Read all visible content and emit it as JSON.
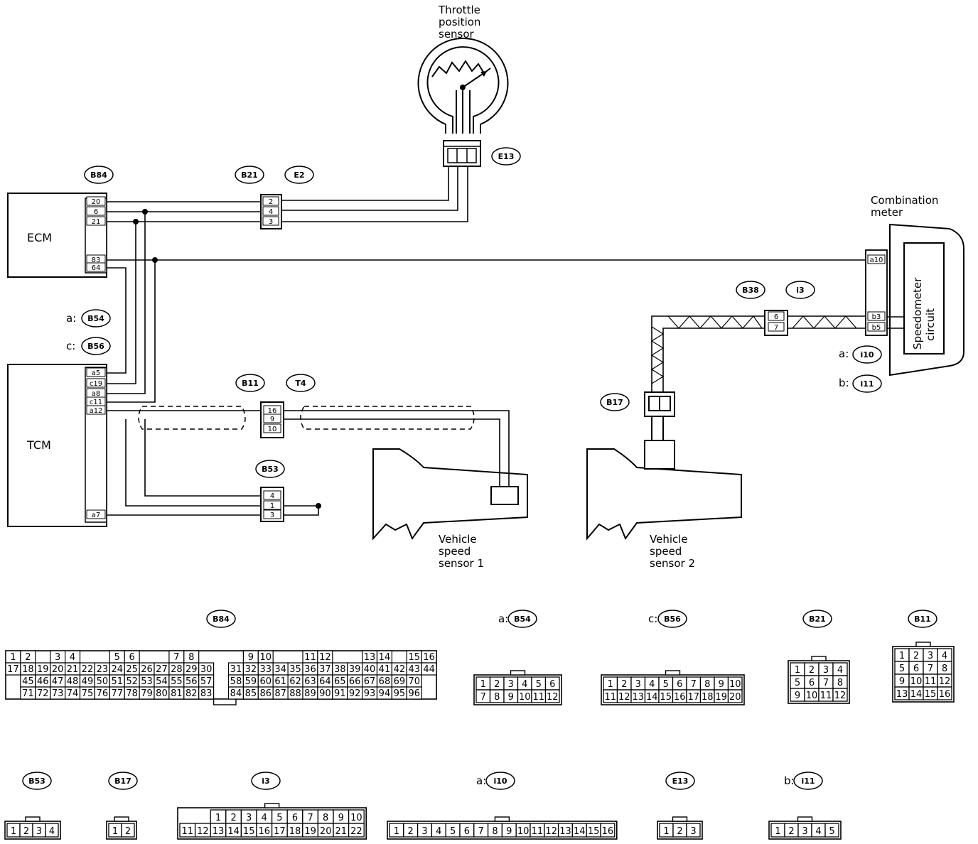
{
  "components": {
    "ecm": "ECM",
    "tcm": "TCM",
    "throttle_line1": "Throttle",
    "throttle_line2": "position",
    "throttle_line3": "sensor",
    "combo_line1": "Combination",
    "combo_line2": "meter",
    "speedo_line1": "Speedometer",
    "speedo_line2": "circuit",
    "vss1_line1": "Vehicle",
    "vss1_line2": "speed",
    "vss1_line3": "sensor  1",
    "vss2_line1": "Vehicle",
    "vss2_line2": "speed",
    "vss2_line3": "sensor  2"
  },
  "connector_tags": {
    "b84": "B84",
    "b21": "B21",
    "e2": "E2",
    "e13": "E13",
    "b54": "B54",
    "b56": "B56",
    "b38": "B38",
    "i3": "i3",
    "i10": "i10",
    "i11": "i11",
    "b11": "B11",
    "t4": "T4",
    "b17": "B17",
    "b53": "B53",
    "a_prefix": "a:",
    "b_prefix": "b:",
    "c_prefix": "c:"
  },
  "pins": {
    "ecm": [
      "20",
      "6",
      "21",
      "83",
      "64"
    ],
    "tcm": [
      "a5",
      "c19",
      "a8",
      "c11",
      "a12",
      "a7"
    ],
    "b21": [
      "2",
      "4",
      "3"
    ],
    "b11": [
      "16",
      "9",
      "10"
    ],
    "b53": [
      "4",
      "1",
      "3"
    ],
    "b38": [
      "6",
      "7"
    ],
    "meter": [
      "a10",
      "b3",
      "b5"
    ]
  },
  "connector_views": [
    {
      "tag": "B84"
    },
    {
      "prefix": "a:",
      "tag": "B54",
      "rows": [
        [
          "1",
          "2",
          "3",
          "4",
          "5",
          "6"
        ],
        [
          "7",
          "8",
          "9",
          "10",
          "11",
          "12"
        ]
      ]
    },
    {
      "prefix": "c:",
      "tag": "B56",
      "rows": [
        [
          "1",
          "2",
          "3",
          "4",
          "5",
          "6",
          "7",
          "8",
          "9",
          "10"
        ],
        [
          "11",
          "12",
          "13",
          "14",
          "15",
          "16",
          "17",
          "18",
          "19",
          "20"
        ]
      ]
    },
    {
      "tag": "B21",
      "rows": [
        [
          "1",
          "2",
          "3",
          "4"
        ],
        [
          "5",
          "6",
          "7",
          "8"
        ],
        [
          "9",
          "10",
          "11",
          "12"
        ]
      ]
    },
    {
      "tag": "B11",
      "rows": [
        [
          "1",
          "2",
          "3",
          "4"
        ],
        [
          "5",
          "6",
          "7",
          "8"
        ],
        [
          "9",
          "10",
          "11",
          "12"
        ],
        [
          "13",
          "14",
          "15",
          "16"
        ]
      ]
    },
    {
      "tag": "B53",
      "rows": [
        [
          "1",
          "2",
          "3",
          "4"
        ]
      ]
    },
    {
      "tag": "B17",
      "rows": [
        [
          "1",
          "2"
        ]
      ]
    },
    {
      "tag": "i3",
      "rows": [
        [
          "1",
          "2",
          "3",
          "4",
          "5",
          "6",
          "7",
          "8",
          "9",
          "10"
        ],
        [
          "11",
          "12",
          "13",
          "14",
          "15",
          "16",
          "17",
          "18",
          "19",
          "20",
          "21",
          "22"
        ]
      ]
    },
    {
      "prefix": "a:",
      "tag": "i10",
      "rows": [
        [
          "1",
          "2",
          "3",
          "4",
          "5",
          "6",
          "7",
          "8",
          "9",
          "10",
          "11",
          "12",
          "13",
          "14",
          "15",
          "16"
        ]
      ]
    },
    {
      "tag": "E13",
      "rows": [
        [
          "1",
          "2",
          "3"
        ]
      ]
    },
    {
      "prefix": "b:",
      "tag": "i11",
      "rows": [
        [
          "1",
          "2",
          "3",
          "4",
          "5"
        ]
      ]
    }
  ],
  "b84_rows": [
    [
      "1",
      "2",
      "3",
      "4",
      "5",
      "6",
      "7",
      "8",
      "9",
      "10",
      "11",
      "12",
      "13",
      "14",
      "15",
      "16"
    ],
    [
      "17",
      "18",
      "19",
      "20",
      "21",
      "22",
      "23",
      "24",
      "25",
      "26",
      "27",
      "28",
      "29",
      "30",
      "31",
      "32",
      "33",
      "34",
      "35",
      "36",
      "37",
      "38",
      "39",
      "40",
      "41",
      "42",
      "43",
      "44"
    ],
    [
      "45",
      "46",
      "47",
      "48",
      "49",
      "50",
      "51",
      "52",
      "53",
      "54",
      "55",
      "56",
      "57",
      "58",
      "59",
      "60",
      "61",
      "62",
      "63",
      "64",
      "65",
      "66",
      "67",
      "68",
      "69",
      "70"
    ],
    [
      "71",
      "72",
      "73",
      "74",
      "75",
      "76",
      "77",
      "78",
      "79",
      "80",
      "81",
      "82",
      "83",
      "84",
      "85",
      "86",
      "87",
      "88",
      "89",
      "90",
      "91",
      "92",
      "93",
      "94",
      "95",
      "96"
    ]
  ]
}
